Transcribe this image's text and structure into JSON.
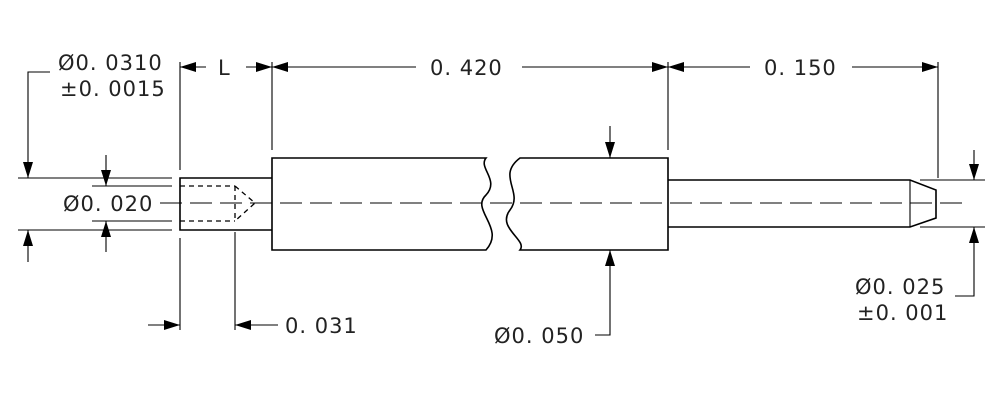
{
  "drawing": {
    "labels": {
      "dia_0310": "Ø0. 0310",
      "tol_0015": "±0. 0015",
      "dim_L": "L",
      "dim_420": "0. 420",
      "dim_150": "0. 150",
      "dia_020": "Ø0. 020",
      "dim_031": "0. 031",
      "dia_050": "Ø0. 050",
      "dia_025": "Ø0. 025",
      "tol_001": "±0. 001"
    }
  }
}
